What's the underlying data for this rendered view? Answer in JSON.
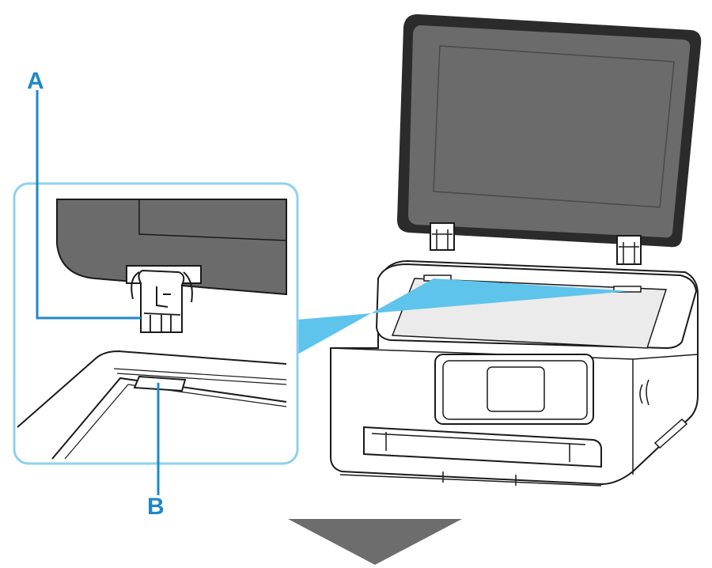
{
  "callouts": {
    "a": "A",
    "b": "B"
  },
  "colors": {
    "callout_blue": "#1e88c6",
    "highlight_blue": "#5ec4ec",
    "detail_frame": "#8ed1ef",
    "lid_dark": "#6b6b6b",
    "lid_rim": "#2b2b2b",
    "arrow_gray": "#6d6d6d"
  },
  "icons": {
    "hinge": "document-cover-hinge",
    "slot": "hinge-slot",
    "arrow": "down-arrow-icon"
  }
}
